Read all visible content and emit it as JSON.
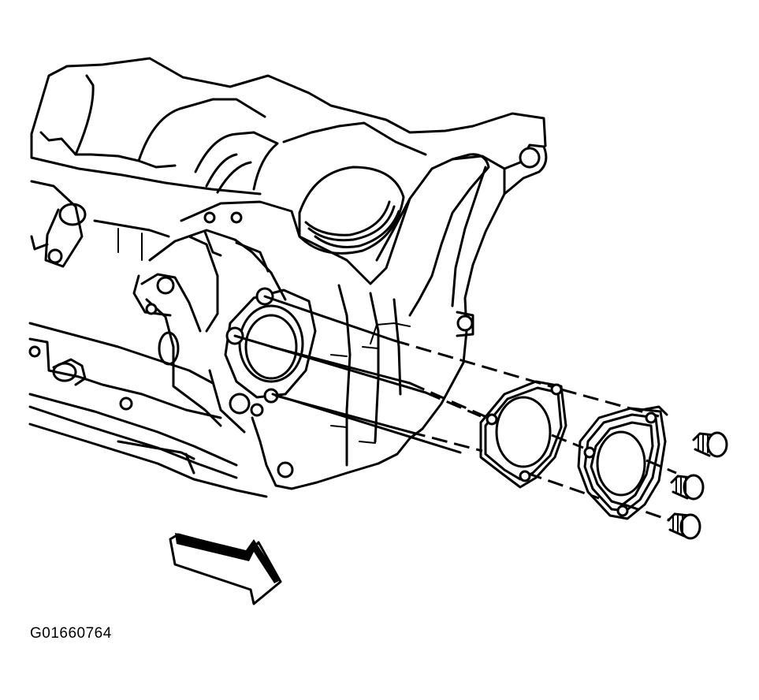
{
  "figure": {
    "code": "G01660764"
  },
  "parts": [
    {
      "name": "engine-block"
    },
    {
      "name": "oil-pump-drive-seal-bore"
    },
    {
      "name": "gasket"
    },
    {
      "name": "cover"
    },
    {
      "name": "bolt",
      "count": 3
    }
  ],
  "indicators": {
    "front_arrow_icon": "view-direction-arrow-icon"
  }
}
